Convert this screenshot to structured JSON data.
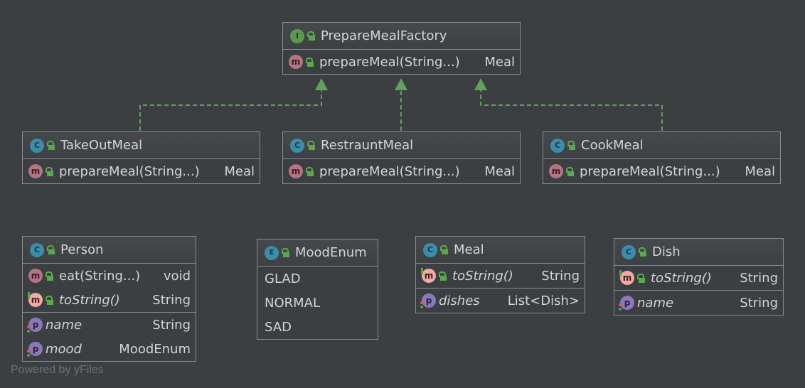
{
  "colors": {
    "background": "#3c3f41",
    "border": "#8a8d8f",
    "text": "#d4d4d4",
    "edge": "#5fa35a"
  },
  "watermark": "Powered by yFiles",
  "nodes": {
    "prepare_meal_factory": {
      "kind": "interface",
      "badge": "I",
      "title": "PrepareMealFactory",
      "methods": [
        {
          "badge": "m",
          "name": "prepareMeal(String...)",
          "type": "Meal"
        }
      ]
    },
    "take_out_meal": {
      "kind": "class",
      "badge": "C",
      "title": "TakeOutMeal",
      "methods": [
        {
          "badge": "m",
          "name": "prepareMeal(String...)",
          "type": "Meal"
        }
      ]
    },
    "restraunt_meal": {
      "kind": "class",
      "badge": "C",
      "title": "RestrauntMeal",
      "methods": [
        {
          "badge": "m",
          "name": "prepareMeal(String...)",
          "type": "Meal"
        }
      ]
    },
    "cook_meal": {
      "kind": "class",
      "badge": "C",
      "title": "CookMeal",
      "methods": [
        {
          "badge": "m",
          "name": "prepareMeal(String...)",
          "type": "Meal"
        }
      ]
    },
    "person": {
      "kind": "class",
      "badge": "C",
      "title": "Person",
      "methods": [
        {
          "badge": "m",
          "name": "eat(String...)",
          "type": "void"
        },
        {
          "badge": "m",
          "name": "toString()",
          "type": "String"
        }
      ],
      "fields": [
        {
          "badge": "p",
          "name": "name",
          "type": "String"
        },
        {
          "badge": "p",
          "name": "mood",
          "type": "MoodEnum"
        }
      ]
    },
    "mood_enum": {
      "kind": "enum",
      "badge": "E",
      "title": "MoodEnum",
      "constants": [
        "GLAD",
        "NORMAL",
        "SAD"
      ]
    },
    "meal": {
      "kind": "class",
      "badge": "C",
      "title": "Meal",
      "methods": [
        {
          "badge": "m",
          "name": "toString()",
          "type": "String"
        }
      ],
      "fields": [
        {
          "badge": "p",
          "name": "dishes",
          "type": "List<Dish>"
        }
      ]
    },
    "dish": {
      "kind": "class",
      "badge": "C",
      "title": "Dish",
      "methods": [
        {
          "badge": "m",
          "name": "toString()",
          "type": "String"
        }
      ],
      "fields": [
        {
          "badge": "p",
          "name": "name",
          "type": "String"
        }
      ]
    }
  },
  "edges": [
    {
      "from": "TakeOutMeal",
      "to": "PrepareMealFactory",
      "kind": "implements"
    },
    {
      "from": "RestrauntMeal",
      "to": "PrepareMealFactory",
      "kind": "implements"
    },
    {
      "from": "CookMeal",
      "to": "PrepareMealFactory",
      "kind": "implements"
    }
  ]
}
